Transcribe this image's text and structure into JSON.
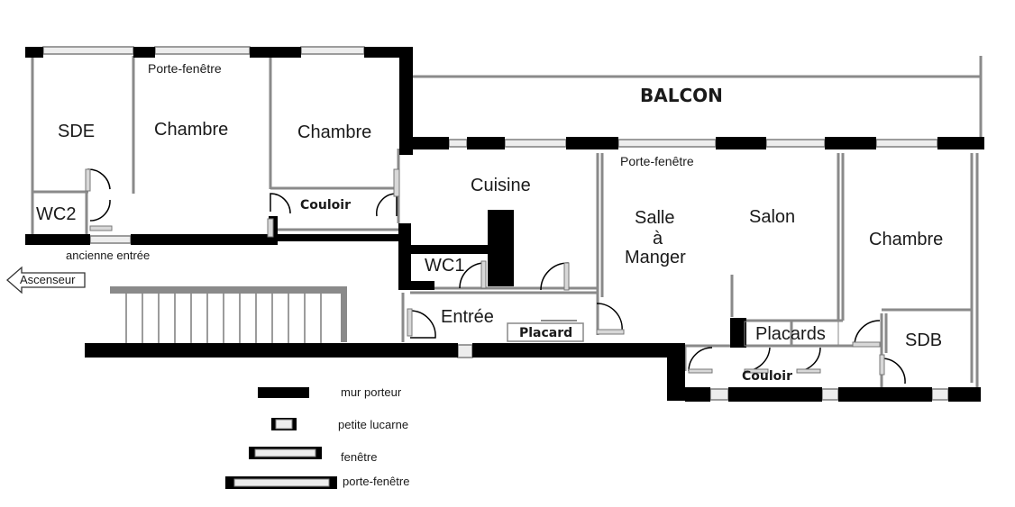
{
  "balcony": "BALCON",
  "rooms": {
    "sde": "SDE",
    "chambre_nw": "Chambre",
    "chambre_n": "Chambre",
    "chambre_e": "Chambre",
    "wc2": "WC2",
    "wc1": "WC1",
    "cuisine": "Cuisine",
    "salle_line1": "Salle",
    "salle_line2": "à",
    "salle_line3": "Manger",
    "salon": "Salon",
    "entree": "Entrée",
    "sdb": "SDB",
    "placards": "Placards",
    "placard": "Placard",
    "couloir_w": "Couloir",
    "couloir_e": "Couloir"
  },
  "annotations": {
    "porte_fenetre_w": "Porte-fenêtre",
    "porte_fenetre_e": "Porte-fenêtre",
    "ancienne_entree": "ancienne entrée",
    "ascenseur": "Ascenseur"
  },
  "legend": [
    {
      "key": "mur",
      "label": "mur porteur"
    },
    {
      "key": "lucarne",
      "label": "petite lucarne"
    },
    {
      "key": "fenetre",
      "label": "fenêtre"
    },
    {
      "key": "porte_fenetre",
      "label": "porte-fenêtre"
    }
  ],
  "colors": {
    "wall": "#000000",
    "thin_wall": "#7a7a7a",
    "window": "#b5b5b5"
  }
}
